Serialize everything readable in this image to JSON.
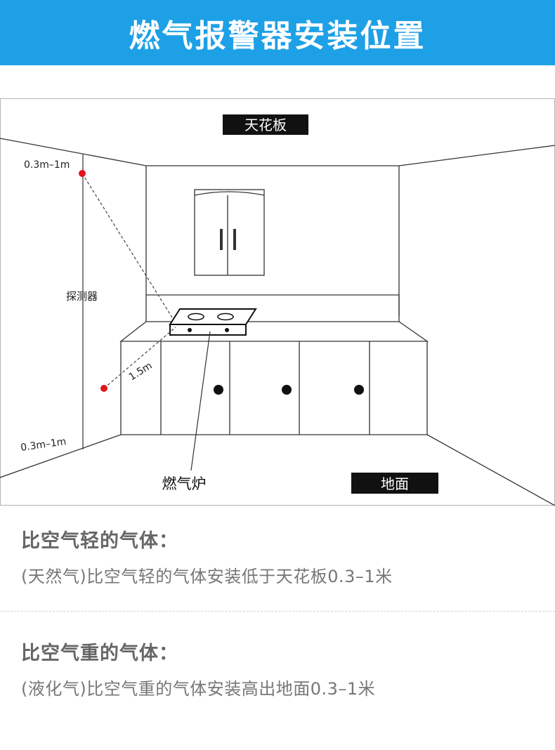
{
  "header": {
    "title": "燃气报警器安装位置"
  },
  "diagram": {
    "ceiling_label": "天花板",
    "floor_label": "地面",
    "stove_label": "燃气炉",
    "detector_label": "探测器",
    "top_range_label": "0.3m–1m",
    "bottom_range_label": "0.3m–1m",
    "distance_label": "1.5m",
    "dot_color": "#e3141c"
  },
  "sections": [
    {
      "heading": "比空气轻的气体：",
      "body": "(天然气)比空气轻的气体安装低于天花板0.3–1米"
    },
    {
      "heading": "比空气重的气体：",
      "body": "(液化气)比空气重的气体安装高出地面0.3–1米"
    }
  ]
}
